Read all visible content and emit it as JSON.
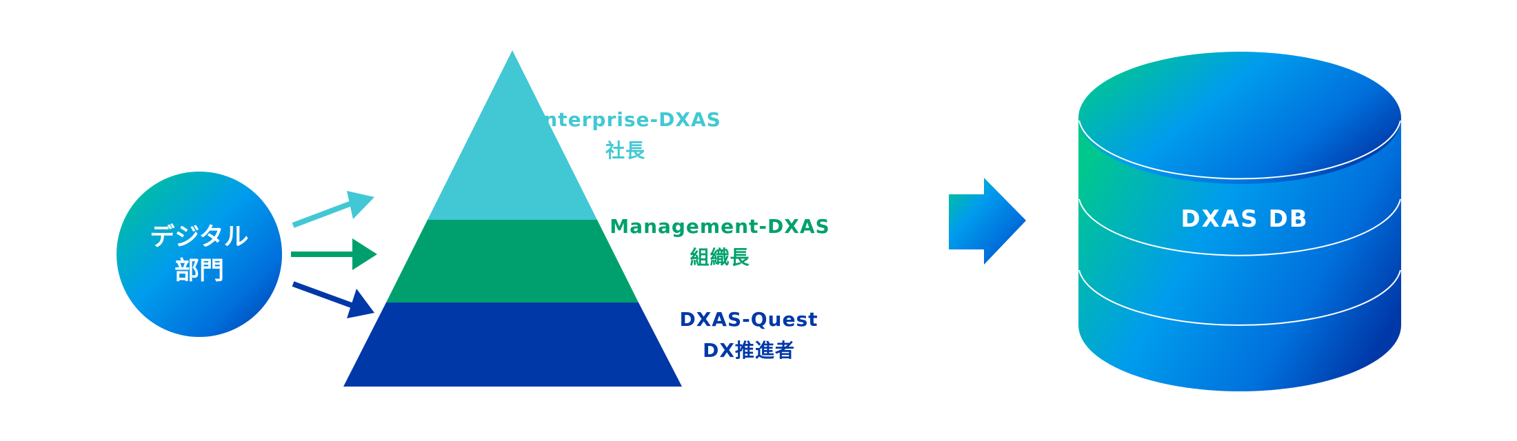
{
  "source": {
    "line1": "デジタル",
    "line2": "部門"
  },
  "pyramid": [
    {
      "title": "Enterprise-DXAS",
      "role": "社長",
      "color": "#42c8d4"
    },
    {
      "title": "Management-DXAS",
      "role": "組織長",
      "color": "#00a06e"
    },
    {
      "title": "DXAS-Quest",
      "role": "DX推進者",
      "color": "#0038a8"
    }
  ],
  "database": {
    "label": "DXAS DB"
  },
  "colors": {
    "gradient": [
      "#00c88c",
      "#009ced",
      "#0038a8"
    ]
  }
}
